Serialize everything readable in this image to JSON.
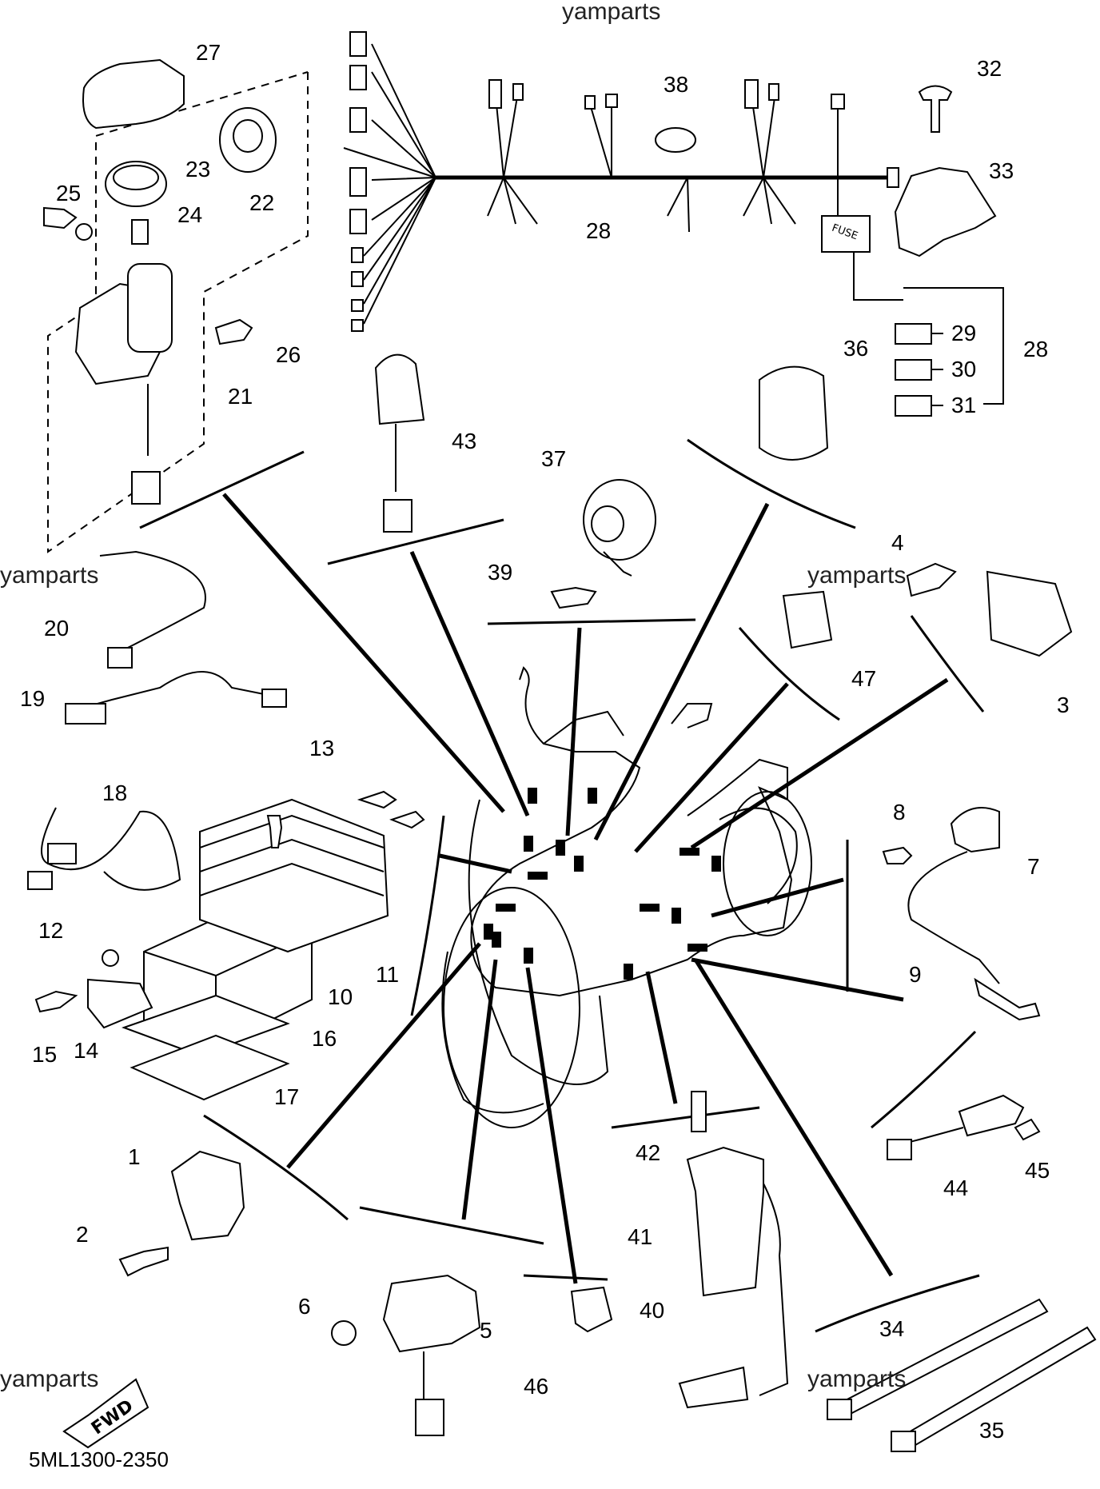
{
  "watermarks": [
    "yamparts",
    "yamparts",
    "yamparts",
    "yamparts",
    "yamparts"
  ],
  "diagram_code": "5ML1300-2350",
  "fwd_label": "FWD",
  "fuse_label": "FUSE",
  "callouts": [
    "27",
    "25",
    "23",
    "22",
    "24",
    "26",
    "21",
    "43",
    "37",
    "39",
    "38",
    "28",
    "32",
    "33",
    "29",
    "30",
    "31",
    "28",
    "36",
    "4",
    "47",
    "3",
    "20",
    "19",
    "13",
    "18",
    "12",
    "11",
    "10",
    "15",
    "14",
    "16",
    "17",
    "8",
    "7",
    "9",
    "1",
    "2",
    "6",
    "5",
    "46",
    "42",
    "41",
    "40",
    "44",
    "45",
    "34",
    "35"
  ]
}
